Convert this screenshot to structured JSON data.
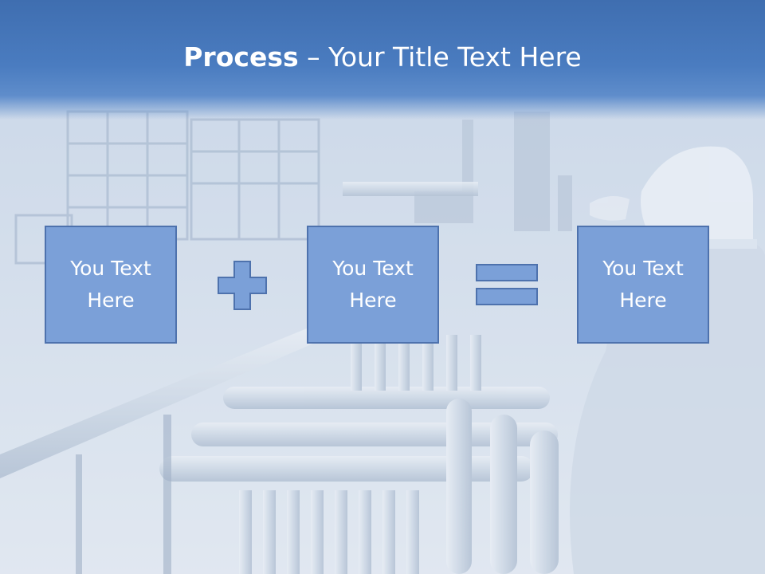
{
  "slide": {
    "title_bold": "Process",
    "title_rest": " – Your Title Text Here",
    "boxes": [
      {
        "text": "You Text Here"
      },
      {
        "text": "You Text Here"
      },
      {
        "text": "You Text Here"
      }
    ],
    "operators": [
      "plus-icon",
      "equals-icon"
    ],
    "colors": {
      "title_band": "#4a7cc0",
      "box_fill": "#7ba0d8",
      "box_border": "#4e72ad",
      "text": "#ffffff"
    }
  }
}
